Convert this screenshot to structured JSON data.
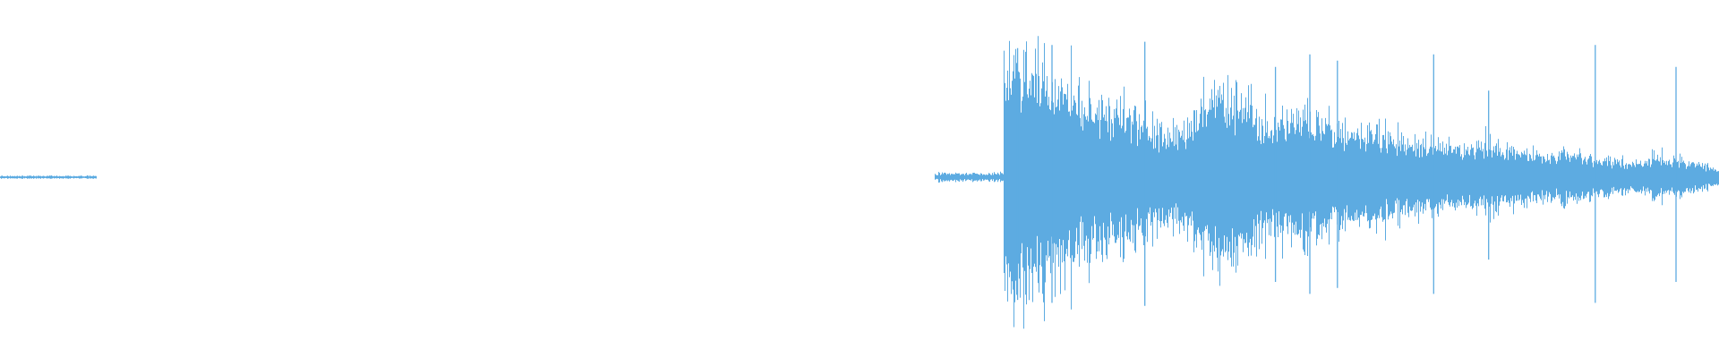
{
  "waveform": {
    "color": "#5DABE1",
    "background": "#FFFFFF",
    "segments": [
      {
        "name": "leading-blip",
        "start_fraction": 0.0,
        "end_fraction": 0.056,
        "peak_amplitude": 0.01
      },
      {
        "name": "pre-onset-tick",
        "start_fraction": 0.544,
        "end_fraction": 0.584,
        "peak_amplitude": 0.03
      },
      {
        "name": "main-audio-body",
        "start_fraction": 0.584,
        "end_fraction": 1.0,
        "envelope": [
          [
            0.0,
            0.8
          ],
          [
            0.035,
            0.85
          ],
          [
            0.07,
            0.72
          ],
          [
            0.11,
            0.55
          ],
          [
            0.15,
            0.48
          ],
          [
            0.19,
            0.42
          ],
          [
            0.225,
            0.3
          ],
          [
            0.26,
            0.38
          ],
          [
            0.3,
            0.6
          ],
          [
            0.33,
            0.55
          ],
          [
            0.37,
            0.35
          ],
          [
            0.405,
            0.46
          ],
          [
            0.44,
            0.42
          ],
          [
            0.48,
            0.35
          ],
          [
            0.52,
            0.32
          ],
          [
            0.56,
            0.28
          ],
          [
            0.6,
            0.24
          ],
          [
            0.64,
            0.22
          ],
          [
            0.68,
            0.24
          ],
          [
            0.72,
            0.18
          ],
          [
            0.76,
            0.15
          ],
          [
            0.8,
            0.16
          ],
          [
            0.84,
            0.12
          ],
          [
            0.88,
            0.1
          ],
          [
            0.92,
            0.14
          ],
          [
            0.96,
            0.1
          ],
          [
            1.0,
            0.06
          ]
        ]
      }
    ],
    "transient_spikes": [
      [
        0.592,
        0.82
      ],
      [
        0.612,
        0.84
      ],
      [
        0.666,
        0.86
      ],
      [
        0.742,
        0.7
      ],
      [
        0.762,
        0.78
      ],
      [
        0.778,
        0.74
      ],
      [
        0.834,
        0.78
      ],
      [
        0.866,
        0.55
      ],
      [
        0.928,
        0.84
      ],
      [
        0.975,
        0.7
      ]
    ]
  }
}
